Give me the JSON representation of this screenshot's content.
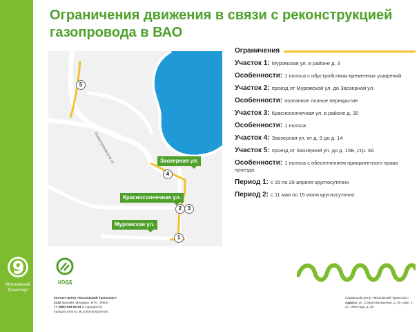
{
  "title": {
    "line1": "Ограничения движения в связи с реконструкцией",
    "line2": "газопровода в ВАО"
  },
  "map": {
    "labels": {
      "zaozernaya": "Заозерная ул.",
      "krasnosolnechnaya": "Красносолнечная ул.",
      "muromskaya": "Муромская ул."
    },
    "street_novogireevskoe": "Новогиреевское ш.",
    "markers": [
      "1",
      "2",
      "3",
      "4",
      "5"
    ]
  },
  "info": {
    "header": "Ограничения",
    "rows": [
      {
        "key": "Участок 1:",
        "val": "Муромская ул. в районе д. 3"
      },
      {
        "key": "Особенности:",
        "val": "1 полоса с обустройством временных уширений"
      },
      {
        "key": "Участок 2:",
        "val": "проезд от Муромской ул. до Заозерной ул."
      },
      {
        "key": "Особенности:",
        "val": "поэтапное полное перекрытие"
      },
      {
        "key": "Участок 3:",
        "val": "Красносолнечная ул. в районе д. 30"
      },
      {
        "key": "Особенности:",
        "val": "1 полоса"
      },
      {
        "key": "Участок 4:",
        "val": "Заозерная ул. от д. 9 до д. 14"
      },
      {
        "key": "Участок 5:",
        "val": "проезд от Заозерной ул. до д. 15Б, стр. 3А"
      },
      {
        "key": "Особенности:",
        "val": "1 полоса с обеспечением приоритетного права проезда"
      },
      {
        "key": "Период 1:",
        "val": "с 15 по 29 апреля круглосуточно"
      },
      {
        "key": "Период 2:",
        "val": "с 11 мая по 15 июня круглосуточно"
      }
    ]
  },
  "logos": {
    "mt_line1": "Московский",
    "mt_line2": "Транспорт",
    "codd": "ЦОДД"
  },
  "contacts_left": {
    "line1_bold": "Контакт-центр «Московский Транспорт»",
    "line2_bold": "3210",
    "line2_rest": " (Билайн, Мегафон, МТС, Tele2)",
    "line3_bold": "+7 (495) 539-54-54",
    "line3_rest": " (с городского)",
    "line4": "transport.mos.ru, vk.com/transportmos"
  },
  "contacts_right": {
    "line1": "Сервисный центр «Московский Транспорт»",
    "line2_bold": "Адреса:",
    "line2_rest": " ул. Старая Басманная, д. 20, корп. 1;",
    "line3": "ул. 1905 года, д. 25"
  },
  "colors": {
    "brand_green": "#7dbb2f",
    "title_green": "#4ea02a",
    "restriction_yellow": "#f2c12e",
    "water_blue": "#1f9ad7"
  }
}
